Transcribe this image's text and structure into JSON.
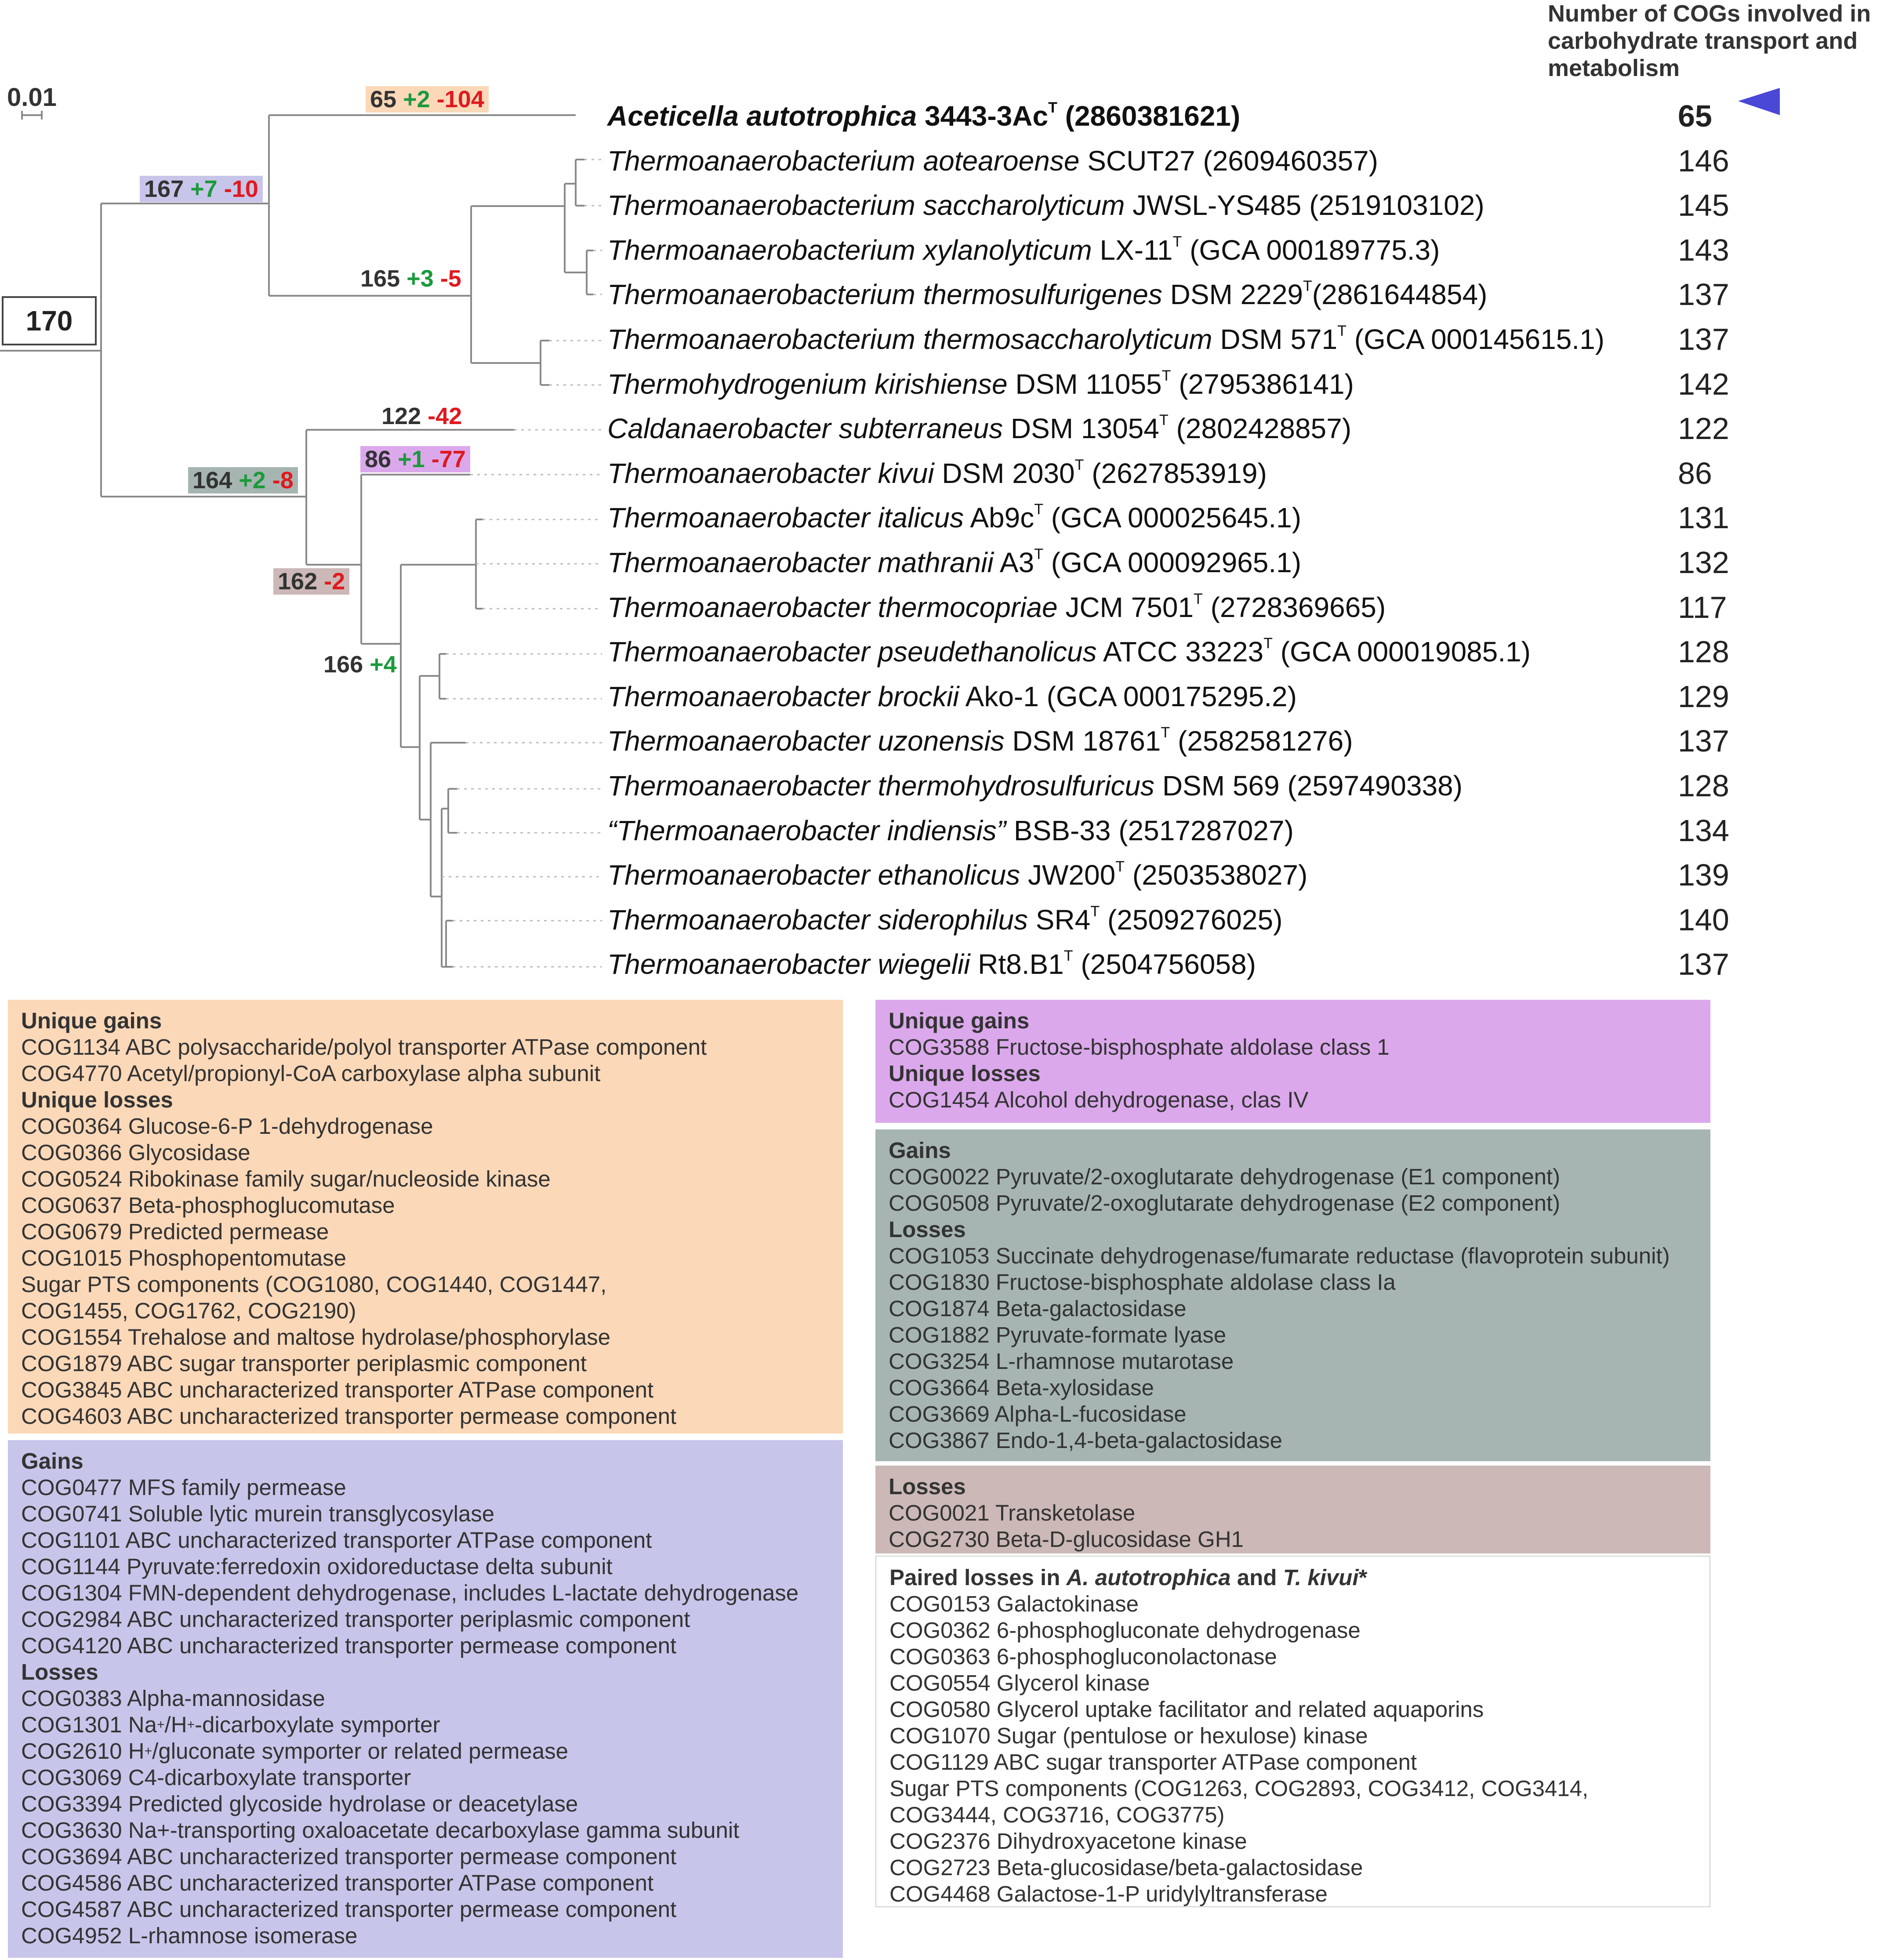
{
  "scale_label": "0.01",
  "header": "Number of COGs involved in carbohydrate transport and metabolism",
  "root_count": "170",
  "node_labels": [
    {
      "base": "65",
      "gain": "+2",
      "loss": "-104",
      "bg": "#fbd8b8"
    },
    {
      "base": "167",
      "gain": "+7",
      "loss": "-10",
      "bg": "#c8c5ea"
    },
    {
      "base": "165",
      "gain": "+3",
      "loss": "-5",
      "bg": ""
    },
    {
      "base": "122",
      "gain": "",
      "loss": "-42",
      "bg": ""
    },
    {
      "base": "86",
      "gain": "+1",
      "loss": "-77",
      "bg": "#dba8ec"
    },
    {
      "base": "164",
      "gain": "+2",
      "loss": "-8",
      "bg": "#a6b5b2"
    },
    {
      "base": "162",
      "gain": "",
      "loss": "-2",
      "bg": "#cbb8b7"
    },
    {
      "base": "166",
      "gain": "+4",
      "loss": "",
      "bg": ""
    }
  ],
  "taxa": [
    {
      "genus": "Aceticella autotrophica",
      "strain": " 3443-3Ac",
      "type": "T",
      "id": " (2860381621)",
      "count": "65",
      "bold": true
    },
    {
      "genus": "Thermoanaerobacterium aotearoense",
      "strain": " SCUT27",
      "type": "",
      "id": " (2609460357)",
      "count": "146"
    },
    {
      "genus": "Thermoanaerobacterium saccharolyticum",
      "strain": " JWSL-YS485",
      "type": "",
      "id": " (2519103102)",
      "count": "145"
    },
    {
      "genus": "Thermoanaerobacterium xylanolyticum",
      "strain": " LX-11",
      "type": "T",
      "id": " (GCA 000189775.3)",
      "count": "143"
    },
    {
      "genus": "Thermoanaerobacterium thermosulfurigenes",
      "strain": " DSM 2229",
      "type": "T",
      "id": "(2861644854)",
      "count": "137"
    },
    {
      "genus": "Thermoanaerobacterium thermosaccharolyticum",
      "strain": " DSM 571",
      "type": "T",
      "id": " (GCA 000145615.1)",
      "count": "137"
    },
    {
      "genus": "Thermohydrogenium kirishiense",
      "strain": " DSM 11055",
      "type": "T",
      "id": " (2795386141)",
      "count": "142"
    },
    {
      "genus": "Caldanaerobacter subterraneus",
      "strain": " DSM 13054",
      "type": "T",
      "id": " (2802428857)",
      "count": "122"
    },
    {
      "genus": "Thermoanaerobacter kivui",
      "strain": " DSM 2030",
      "type": "T",
      "id": " (2627853919)",
      "count": "86"
    },
    {
      "genus": "Thermoanaerobacter italicus",
      "strain": " Ab9c",
      "type": "T",
      "id": " (GCA 000025645.1)",
      "count": "131"
    },
    {
      "genus": "Thermoanaerobacter mathranii",
      "strain": " A3",
      "type": "T",
      "id": " (GCA 000092965.1)",
      "count": "132"
    },
    {
      "genus": "Thermoanaerobacter thermocopriae",
      "strain": " JCM 7501",
      "type": "T",
      "id": " (2728369665)",
      "count": "117"
    },
    {
      "genus": "Thermoanaerobacter pseudethanolicus",
      "strain": " ATCC 33223",
      "type": "T",
      "id": " (GCA 000019085.1)",
      "count": "128"
    },
    {
      "genus": "Thermoanaerobacter brockii",
      "strain": " Ako-1 (GCA 000175295.2)",
      "type": "",
      "id": "",
      "count": "129"
    },
    {
      "genus": "Thermoanaerobacter uzonensis",
      "strain": " DSM 18761",
      "type": "T",
      "id": " (2582581276)",
      "count": "137"
    },
    {
      "genus": "Thermoanaerobacter thermohydrosulfuricus",
      "strain": " DSM 569 (2597490338)",
      "type": "",
      "id": "",
      "count": "128"
    },
    {
      "genus": "“Thermoanaerobacter indiensis”",
      "strain": " BSB-33 (2517287027)",
      "type": "",
      "id": "",
      "count": "134"
    },
    {
      "genus": "Thermoanaerobacter ethanolicus",
      "strain": " JW200",
      "type": "T",
      "id": " (2503538027)",
      "count": "139"
    },
    {
      "genus": "Thermoanaerobacter siderophilus",
      "strain": " SR4",
      "type": "T",
      "id": " (2509276025)",
      "count": "140"
    },
    {
      "genus": "Thermoanaerobacter wiegelii",
      "strain": " Rt8.B1",
      "type": "T",
      "id": " (2504756058)",
      "count": "137"
    }
  ],
  "panels": {
    "orange": {
      "color": "#fbd8b8",
      "lines": [
        {
          "t": "Unique gains",
          "h": true
        },
        {
          "t": "COG1134 ABC polysaccharide/polyol transporter ATPase component"
        },
        {
          "t": "COG4770 Acetyl/propionyl-CoA carboxylase alpha subunit"
        },
        {
          "t": "Unique losses",
          "h": true
        },
        {
          "t": "COG0364 Glucose-6-P 1-dehydrogenase"
        },
        {
          "t": "COG0366 Glycosidase"
        },
        {
          "t": "COG0524 Ribokinase family sugar/nucleoside kinase"
        },
        {
          "t": "COG0637 Beta-phosphoglucomutase"
        },
        {
          "t": "COG0679 Predicted permease"
        },
        {
          "t": "COG1015 Phosphopentomutase"
        },
        {
          "t": "Sugar PTS components (COG1080, COG1440, COG1447,"
        },
        {
          "t": "COG1455, COG1762, COG2190)"
        },
        {
          "t": "COG1554 Trehalose and maltose hydrolase/phosphorylase"
        },
        {
          "t": "COG1879 ABC sugar transporter periplasmic component"
        },
        {
          "t": "COG3845 ABC uncharacterized transporter ATPase component"
        },
        {
          "t": "COG4603 ABC uncharacterized transporter permease component"
        }
      ]
    },
    "blue": {
      "color": "#c8c5ea",
      "lines": [
        {
          "t": "Gains",
          "h": true
        },
        {
          "t": "COG0477 MFS family permease"
        },
        {
          "t": "COG0741 Soluble lytic murein transglycosylase"
        },
        {
          "t": "COG1101 ABC uncharacterized transporter ATPase component"
        },
        {
          "t": "COG1144 Pyruvate:ferredoxin oxidoreductase delta subunit"
        },
        {
          "t": "COG1304 FMN-dependent dehydrogenase, includes L-lactate dehydrogenase"
        },
        {
          "t": "COG2984 ABC uncharacterized transporter periplasmic component"
        },
        {
          "t": "COG4120 ABC uncharacterized transporter permease component"
        },
        {
          "t": "Losses",
          "h": true
        },
        {
          "t": "COG0383 Alpha-mannosidase"
        },
        {
          "t": "COG1301 Na",
          "sup1": "+",
          "mid": "/H",
          "sup2": "+",
          "rest": "-dicarboxylate symporter"
        },
        {
          "t": "COG2610 H",
          "sup1": "+",
          "rest": "/gluconate symporter or related permease"
        },
        {
          "t": "COG3069 C4-dicarboxylate transporter"
        },
        {
          "t": "COG3394 Predicted glycoside hydrolase or deacetylase"
        },
        {
          "t": "COG3630 Na+-transporting oxaloacetate decarboxylase gamma subunit"
        },
        {
          "t": "COG3694 ABC uncharacterized transporter permease component"
        },
        {
          "t": "COG4586 ABC uncharacterized transporter ATPase component"
        },
        {
          "t": "COG4587 ABC uncharacterized transporter permease component"
        },
        {
          "t": "COG4952 L-rhamnose isomerase"
        }
      ]
    },
    "purple": {
      "color": "#dba8ec",
      "lines": [
        {
          "t": "Unique gains",
          "h": true
        },
        {
          "t": "COG3588 Fructose-bisphosphate aldolase class 1"
        },
        {
          "t": "Unique losses",
          "h": true
        },
        {
          "t": "COG1454 Alcohol dehydrogenase, clas IV"
        }
      ]
    },
    "teal": {
      "color": "#a6b5b2",
      "lines": [
        {
          "t": "Gains",
          "h": true
        },
        {
          "t": "COG0022 Pyruvate/2-oxoglutarate dehydrogenase (E1 component)"
        },
        {
          "t": "COG0508 Pyruvate/2-oxoglutarate dehydrogenase (E2 component)"
        },
        {
          "t": "Losses",
          "h": true
        },
        {
          "t": "COG1053 Succinate dehydrogenase/fumarate reductase (flavoprotein subunit)"
        },
        {
          "t": "COG1830 Fructose-bisphosphate aldolase class Ia"
        },
        {
          "t": "COG1874 Beta-galactosidase"
        },
        {
          "t": "COG1882 Pyruvate-formate lyase"
        },
        {
          "t": "COG3254 L-rhamnose mutarotase"
        },
        {
          "t": "COG3664 Beta-xylosidase"
        },
        {
          "t": "COG3669 Alpha-L-fucosidase"
        },
        {
          "t": "COG3867 Endo-1,4-beta-galactosidase"
        }
      ]
    },
    "mauve": {
      "color": "#cbb8b7",
      "lines": [
        {
          "t": "Losses",
          "h": true
        },
        {
          "t": "COG0021 Transketolase"
        },
        {
          "t": "COG2730 Beta-D-glucosidase GH1"
        }
      ]
    },
    "white": {
      "color": "#ffffff",
      "lines": [
        {
          "t": "Paired losses in ",
          "h": true,
          "it1": "A. autotrophica",
          "mid": " and ",
          "it2": "T. kivui",
          "rest": "*"
        },
        {
          "t": "COG0153 Galactokinase"
        },
        {
          "t": "COG0362 6-phosphogluconate dehydrogenase"
        },
        {
          "t": "COG0363 6-phosphogluconolactonase"
        },
        {
          "t": "COG0554 Glycerol kinase"
        },
        {
          "t": "COG0580 Glycerol uptake facilitator and related aquaporins"
        },
        {
          "t": "COG1070 Sugar (pentulose or hexulose) kinase"
        },
        {
          "t": "COG1129 ABC sugar transporter ATPase component"
        },
        {
          "t": "Sugar PTS components (COG1263, COG2893, COG3412, COG3414,"
        },
        {
          "t": "COG3444, COG3716, COG3775)"
        },
        {
          "t": "COG2376 Dihydroxyacetone kinase"
        },
        {
          "t": "COG2723 Beta-glucosidase/beta-galactosidase"
        },
        {
          "t": "COG4468 Galactose-1-P uridylyltransferase"
        }
      ]
    }
  },
  "colors": {
    "branch": "#8a8a8a",
    "dotted": "#bbbbbb",
    "gain": "#1b9a3b",
    "loss": "#e0191e",
    "arrow": "#4a48d6"
  },
  "arrow_icon": "triangle-left-icon"
}
